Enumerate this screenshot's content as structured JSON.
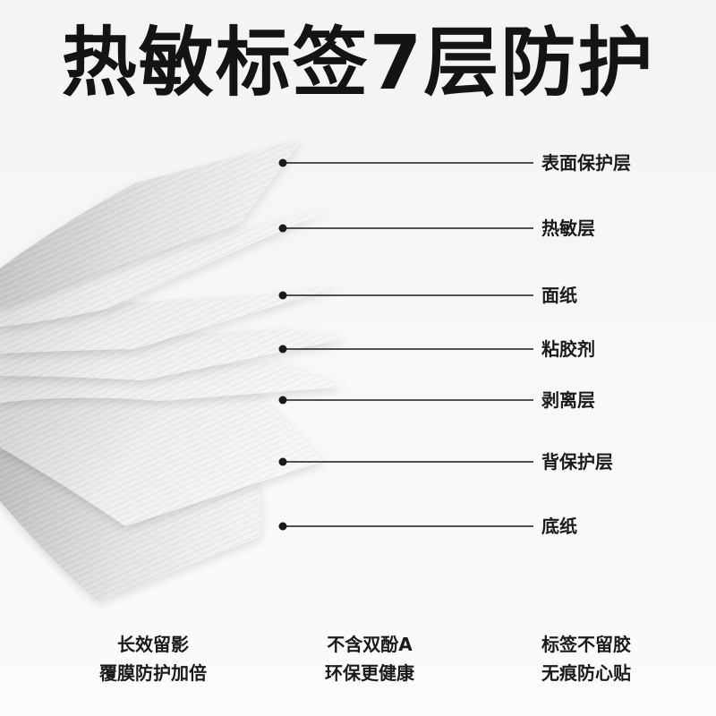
{
  "title": "热敏标签7层防护",
  "layers": [
    {
      "label": "表面保护层"
    },
    {
      "label": "热敏层"
    },
    {
      "label": "面纸"
    },
    {
      "label": "粘胶剂"
    },
    {
      "label": "剥离层"
    },
    {
      "label": "背保护层"
    },
    {
      "label": "底纸"
    }
  ],
  "features": [
    {
      "line1": "长效留影",
      "line2": "覆膜防护加倍"
    },
    {
      "line1": "不含双酚A",
      "line2": "环保更健康"
    },
    {
      "line1": "标签不留胶",
      "line2": "无痕防心贴"
    }
  ],
  "colors": {
    "title": "#141414",
    "leader_line": "#1a1a1a",
    "sheet": "#ececec",
    "sheet_shadow": "#c8c8c8"
  }
}
